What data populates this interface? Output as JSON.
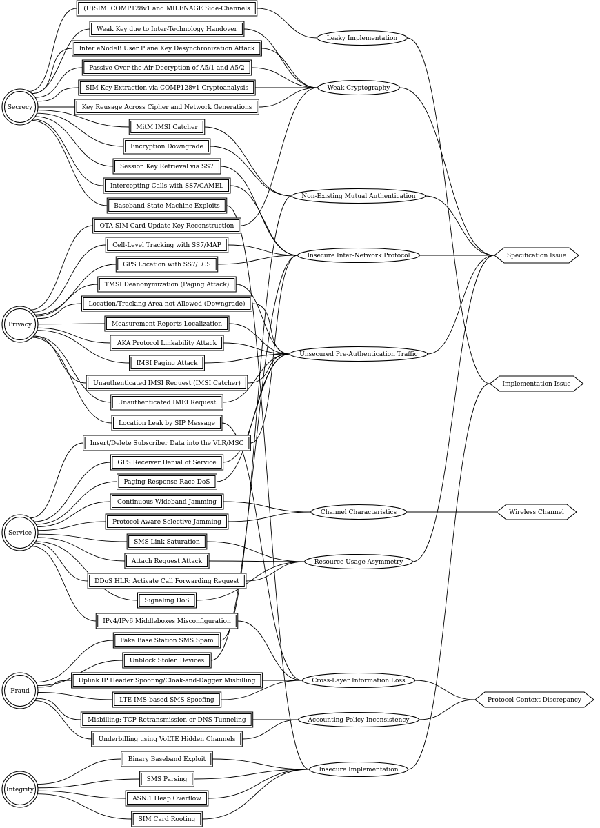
{
  "goals": [
    {
      "id": "g_secrecy",
      "label": "Secrecy"
    },
    {
      "id": "g_privacy",
      "label": "Privacy"
    },
    {
      "id": "g_service",
      "label": "Service"
    },
    {
      "id": "g_fraud",
      "label": "Fraud"
    },
    {
      "id": "g_integrity",
      "label": "Integrity"
    }
  ],
  "attacks": [
    {
      "id": "a_usim",
      "label": "(U)SIM: COMP128v1 and MILENAGE Side-Channels"
    },
    {
      "id": "a_weakkey",
      "label": "Weak Key due to Inter-Technology Handover"
    },
    {
      "id": "a_enodeb",
      "label": "Inter eNodeB User Plane Key Desynchronization Attack"
    },
    {
      "id": "a_passive",
      "label": "Passive Over-the-Air Decryption of A5/1 and A5/2"
    },
    {
      "id": "a_simkey",
      "label": "SIM Key Extraction via COMP128v1 Cryptoanalysis"
    },
    {
      "id": "a_keyreuse",
      "label": "Key Reusage Across Cipher and Network Generations"
    },
    {
      "id": "a_mitm",
      "label": "MitM IMSI Catcher"
    },
    {
      "id": "a_encdown",
      "label": "Encryption Downgrade"
    },
    {
      "id": "a_sesskey",
      "label": "Session Key Retrieval via SS7"
    },
    {
      "id": "a_camel",
      "label": "Intercepting Calls with SS7/CAMEL"
    },
    {
      "id": "a_baseband",
      "label": "Baseband State Machine Exploits"
    },
    {
      "id": "a_ota",
      "label": "OTA SIM Card Update Key Reconstruction"
    },
    {
      "id": "a_celltrack",
      "label": "Cell-Level Tracking with SS7/MAP"
    },
    {
      "id": "a_gpslcs",
      "label": "GPS Location with SS7/LCS"
    },
    {
      "id": "a_tmsi",
      "label": "TMSI Deanonymization (Paging Attack)"
    },
    {
      "id": "a_tanotallowed",
      "label": "Location/Tracking Area not Allowed (Downgrade)"
    },
    {
      "id": "a_measure",
      "label": "Measurement Reports Localization"
    },
    {
      "id": "a_aka",
      "label": "AKA Protocol Linkability Attack"
    },
    {
      "id": "a_imsipaging",
      "label": "IMSI Paging Attack"
    },
    {
      "id": "a_unauthimsi",
      "label": "Unauthenticated IMSI Request (IMSI Catcher)"
    },
    {
      "id": "a_unauthimei",
      "label": "Unauthenticated IMEI Request"
    },
    {
      "id": "a_sipleak",
      "label": "Location Leak by SIP Message"
    },
    {
      "id": "a_vlr",
      "label": "Insert/Delete Subscriber Data into the VLR/MSC"
    },
    {
      "id": "a_gpsdos",
      "label": "GPS Receiver Denial of Service"
    },
    {
      "id": "a_pagingrace",
      "label": "Paging Response Race DoS"
    },
    {
      "id": "a_widejam",
      "label": "Continuous Wideband Jamming"
    },
    {
      "id": "a_seljam",
      "label": "Protocol-Aware Selective Jamming"
    },
    {
      "id": "a_smssat",
      "label": "SMS Link Saturation"
    },
    {
      "id": "a_attach",
      "label": "Attach Request Attack"
    },
    {
      "id": "a_ddoshlr",
      "label": "DDoS HLR: Activate Call Forwarding Request"
    },
    {
      "id": "a_sigdos",
      "label": "Signaling DoS"
    },
    {
      "id": "a_ipv6",
      "label": "IPv4/IPv6 Middleboxes Misconfiguration"
    },
    {
      "id": "a_fakebs",
      "label": "Fake Base Station SMS Spam"
    },
    {
      "id": "a_unblock",
      "label": "Unblock Stolen Devices"
    },
    {
      "id": "a_uplink",
      "label": "Uplink IP Header Spoofing/Cloak-and-Dagger Misbilling"
    },
    {
      "id": "a_ltesms",
      "label": "LTE IMS-based SMS Spoofing"
    },
    {
      "id": "a_misbill",
      "label": "Misbilling: TCP Retransmission or DNS Tunneling"
    },
    {
      "id": "a_volte",
      "label": "Underbilling using VoLTE Hidden Channels"
    },
    {
      "id": "a_binbase",
      "label": "Binary Baseband Exploit"
    },
    {
      "id": "a_smsparse",
      "label": "SMS Parsing"
    },
    {
      "id": "a_asn1",
      "label": "ASN.1 Heap Overflow"
    },
    {
      "id": "a_simroot",
      "label": "SIM Card Rooting"
    }
  ],
  "causes": [
    {
      "id": "c_leaky",
      "label": "Leaky Implementation"
    },
    {
      "id": "c_weakcrypto",
      "label": "Weak Cryptography"
    },
    {
      "id": "c_nomutual",
      "label": "Non-Existing Mutual Authentication"
    },
    {
      "id": "c_internet",
      "label": "Insecure Inter-Network Protocol"
    },
    {
      "id": "c_preauth",
      "label": "Unsecured Pre-Authentication Traffic"
    },
    {
      "id": "c_channel",
      "label": "Channel Characteristics"
    },
    {
      "id": "c_resource",
      "label": "Resource Usage Asymmetry"
    },
    {
      "id": "c_crosslayer",
      "label": "Cross-Layer Information Loss"
    },
    {
      "id": "c_accounting",
      "label": "Accounting Policy Inconsistency"
    },
    {
      "id": "c_insecimpl",
      "label": "Insecure Implementation"
    }
  ],
  "categories": [
    {
      "id": "k_spec",
      "label": "Specification Issue"
    },
    {
      "id": "k_impl",
      "label": "Implementation Issue"
    },
    {
      "id": "k_wireless",
      "label": "Wireless Channel"
    },
    {
      "id": "k_proto",
      "label": "Protocol Context Discrepancy"
    }
  ],
  "edges": [
    [
      "g_secrecy",
      "a_usim"
    ],
    [
      "g_secrecy",
      "a_weakkey"
    ],
    [
      "g_secrecy",
      "a_enodeb"
    ],
    [
      "g_secrecy",
      "a_passive"
    ],
    [
      "g_secrecy",
      "a_simkey"
    ],
    [
      "g_secrecy",
      "a_keyreuse"
    ],
    [
      "g_secrecy",
      "a_mitm"
    ],
    [
      "g_secrecy",
      "a_encdown"
    ],
    [
      "g_secrecy",
      "a_sesskey"
    ],
    [
      "g_secrecy",
      "a_camel"
    ],
    [
      "g_secrecy",
      "a_baseband"
    ],
    [
      "g_privacy",
      "a_ota"
    ],
    [
      "g_privacy",
      "a_celltrack"
    ],
    [
      "g_privacy",
      "a_gpslcs"
    ],
    [
      "g_privacy",
      "a_tmsi"
    ],
    [
      "g_privacy",
      "a_tanotallowed"
    ],
    [
      "g_privacy",
      "a_measure"
    ],
    [
      "g_privacy",
      "a_aka"
    ],
    [
      "g_privacy",
      "a_imsipaging"
    ],
    [
      "g_privacy",
      "a_unauthimsi"
    ],
    [
      "g_privacy",
      "a_unauthimei"
    ],
    [
      "g_privacy",
      "a_sipleak"
    ],
    [
      "g_service",
      "a_vlr"
    ],
    [
      "g_service",
      "a_gpsdos"
    ],
    [
      "g_service",
      "a_pagingrace"
    ],
    [
      "g_service",
      "a_widejam"
    ],
    [
      "g_service",
      "a_seljam"
    ],
    [
      "g_service",
      "a_smssat"
    ],
    [
      "g_service",
      "a_attach"
    ],
    [
      "g_service",
      "a_ddoshlr"
    ],
    [
      "g_service",
      "a_sigdos"
    ],
    [
      "g_service",
      "a_ipv6"
    ],
    [
      "g_fraud",
      "a_fakebs"
    ],
    [
      "g_fraud",
      "a_unblock"
    ],
    [
      "g_fraud",
      "a_uplink"
    ],
    [
      "g_fraud",
      "a_ltesms"
    ],
    [
      "g_fraud",
      "a_misbill"
    ],
    [
      "g_fraud",
      "a_volte"
    ],
    [
      "g_integrity",
      "a_binbase"
    ],
    [
      "g_integrity",
      "a_smsparse"
    ],
    [
      "g_integrity",
      "a_asn1"
    ],
    [
      "g_integrity",
      "a_simroot"
    ],
    [
      "a_usim",
      "c_leaky"
    ],
    [
      "a_weakkey",
      "c_weakcrypto"
    ],
    [
      "a_enodeb",
      "c_weakcrypto"
    ],
    [
      "a_passive",
      "c_weakcrypto"
    ],
    [
      "a_simkey",
      "c_weakcrypto"
    ],
    [
      "a_keyreuse",
      "c_weakcrypto"
    ],
    [
      "a_mitm",
      "c_nomutual"
    ],
    [
      "a_encdown",
      "c_nomutual"
    ],
    [
      "a_sesskey",
      "c_internet"
    ],
    [
      "a_camel",
      "c_internet"
    ],
    [
      "a_baseband",
      "c_insecimpl"
    ],
    [
      "a_ota",
      "c_weakcrypto"
    ],
    [
      "a_celltrack",
      "c_internet"
    ],
    [
      "a_gpslcs",
      "c_internet"
    ],
    [
      "a_tmsi",
      "c_preauth"
    ],
    [
      "a_tanotallowed",
      "c_preauth"
    ],
    [
      "a_measure",
      "c_preauth"
    ],
    [
      "a_aka",
      "c_preauth"
    ],
    [
      "a_imsipaging",
      "c_preauth"
    ],
    [
      "a_unauthimsi",
      "c_preauth"
    ],
    [
      "a_unauthimei",
      "c_preauth"
    ],
    [
      "a_sipleak",
      "c_crosslayer"
    ],
    [
      "a_vlr",
      "c_internet"
    ],
    [
      "a_gpsdos",
      "c_preauth"
    ],
    [
      "a_pagingrace",
      "c_preauth"
    ],
    [
      "a_widejam",
      "c_channel"
    ],
    [
      "a_seljam",
      "c_channel"
    ],
    [
      "a_smssat",
      "c_resource"
    ],
    [
      "a_attach",
      "c_resource"
    ],
    [
      "a_ddoshlr",
      "c_resource"
    ],
    [
      "a_sigdos",
      "c_resource"
    ],
    [
      "a_ipv6",
      "c_crosslayer"
    ],
    [
      "a_fakebs",
      "c_nomutual"
    ],
    [
      "a_unblock",
      "c_internet"
    ],
    [
      "a_uplink",
      "c_crosslayer"
    ],
    [
      "a_ltesms",
      "c_crosslayer"
    ],
    [
      "a_misbill",
      "c_accounting"
    ],
    [
      "a_volte",
      "c_accounting"
    ],
    [
      "a_binbase",
      "c_insecimpl"
    ],
    [
      "a_smsparse",
      "c_insecimpl"
    ],
    [
      "a_asn1",
      "c_insecimpl"
    ],
    [
      "a_simroot",
      "c_insecimpl"
    ],
    [
      "c_leaky",
      "k_impl"
    ],
    [
      "c_weakcrypto",
      "k_spec"
    ],
    [
      "c_nomutual",
      "k_spec"
    ],
    [
      "c_internet",
      "k_spec"
    ],
    [
      "c_preauth",
      "k_spec"
    ],
    [
      "c_channel",
      "k_wireless"
    ],
    [
      "c_resource",
      "k_spec"
    ],
    [
      "c_crosslayer",
      "k_proto"
    ],
    [
      "c_accounting",
      "k_proto"
    ],
    [
      "c_insecimpl",
      "k_impl"
    ]
  ]
}
